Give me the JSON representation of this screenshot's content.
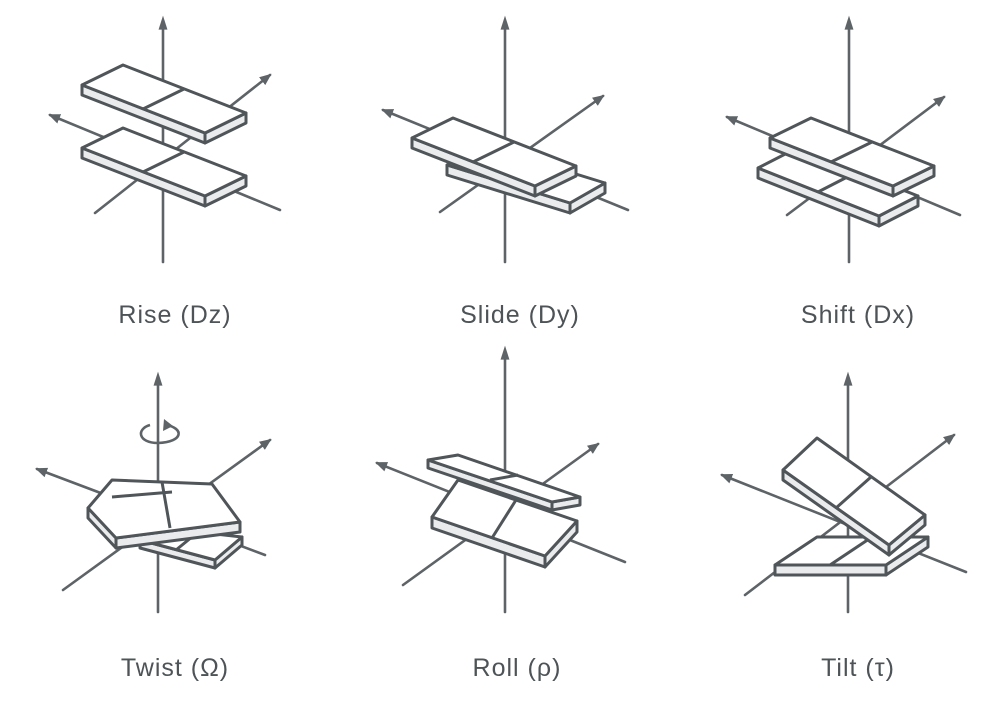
{
  "panels": [
    {
      "key": "rise",
      "caption": "Rise (Dz)",
      "parameter": "Rise",
      "symbol": "Dz"
    },
    {
      "key": "slide",
      "caption": "Slide (Dy)",
      "parameter": "Slide",
      "symbol": "Dy"
    },
    {
      "key": "shift",
      "caption": "Shift (Dx)",
      "parameter": "Shift",
      "symbol": "Dx"
    },
    {
      "key": "twist",
      "caption": "Twist (Ω)",
      "parameter": "Twist",
      "symbol": "Ω"
    },
    {
      "key": "roll",
      "caption": "Roll (ρ)",
      "parameter": "Roll",
      "symbol": "ρ"
    },
    {
      "key": "tilt",
      "caption": "Tilt (τ)",
      "parameter": "Tilt",
      "symbol": "τ"
    }
  ],
  "colors": {
    "line": "#5d6366",
    "text": "#4d5356",
    "plate_fill": "#ffffff",
    "plate_edge": "#e9ebec",
    "background": "#ffffff"
  }
}
